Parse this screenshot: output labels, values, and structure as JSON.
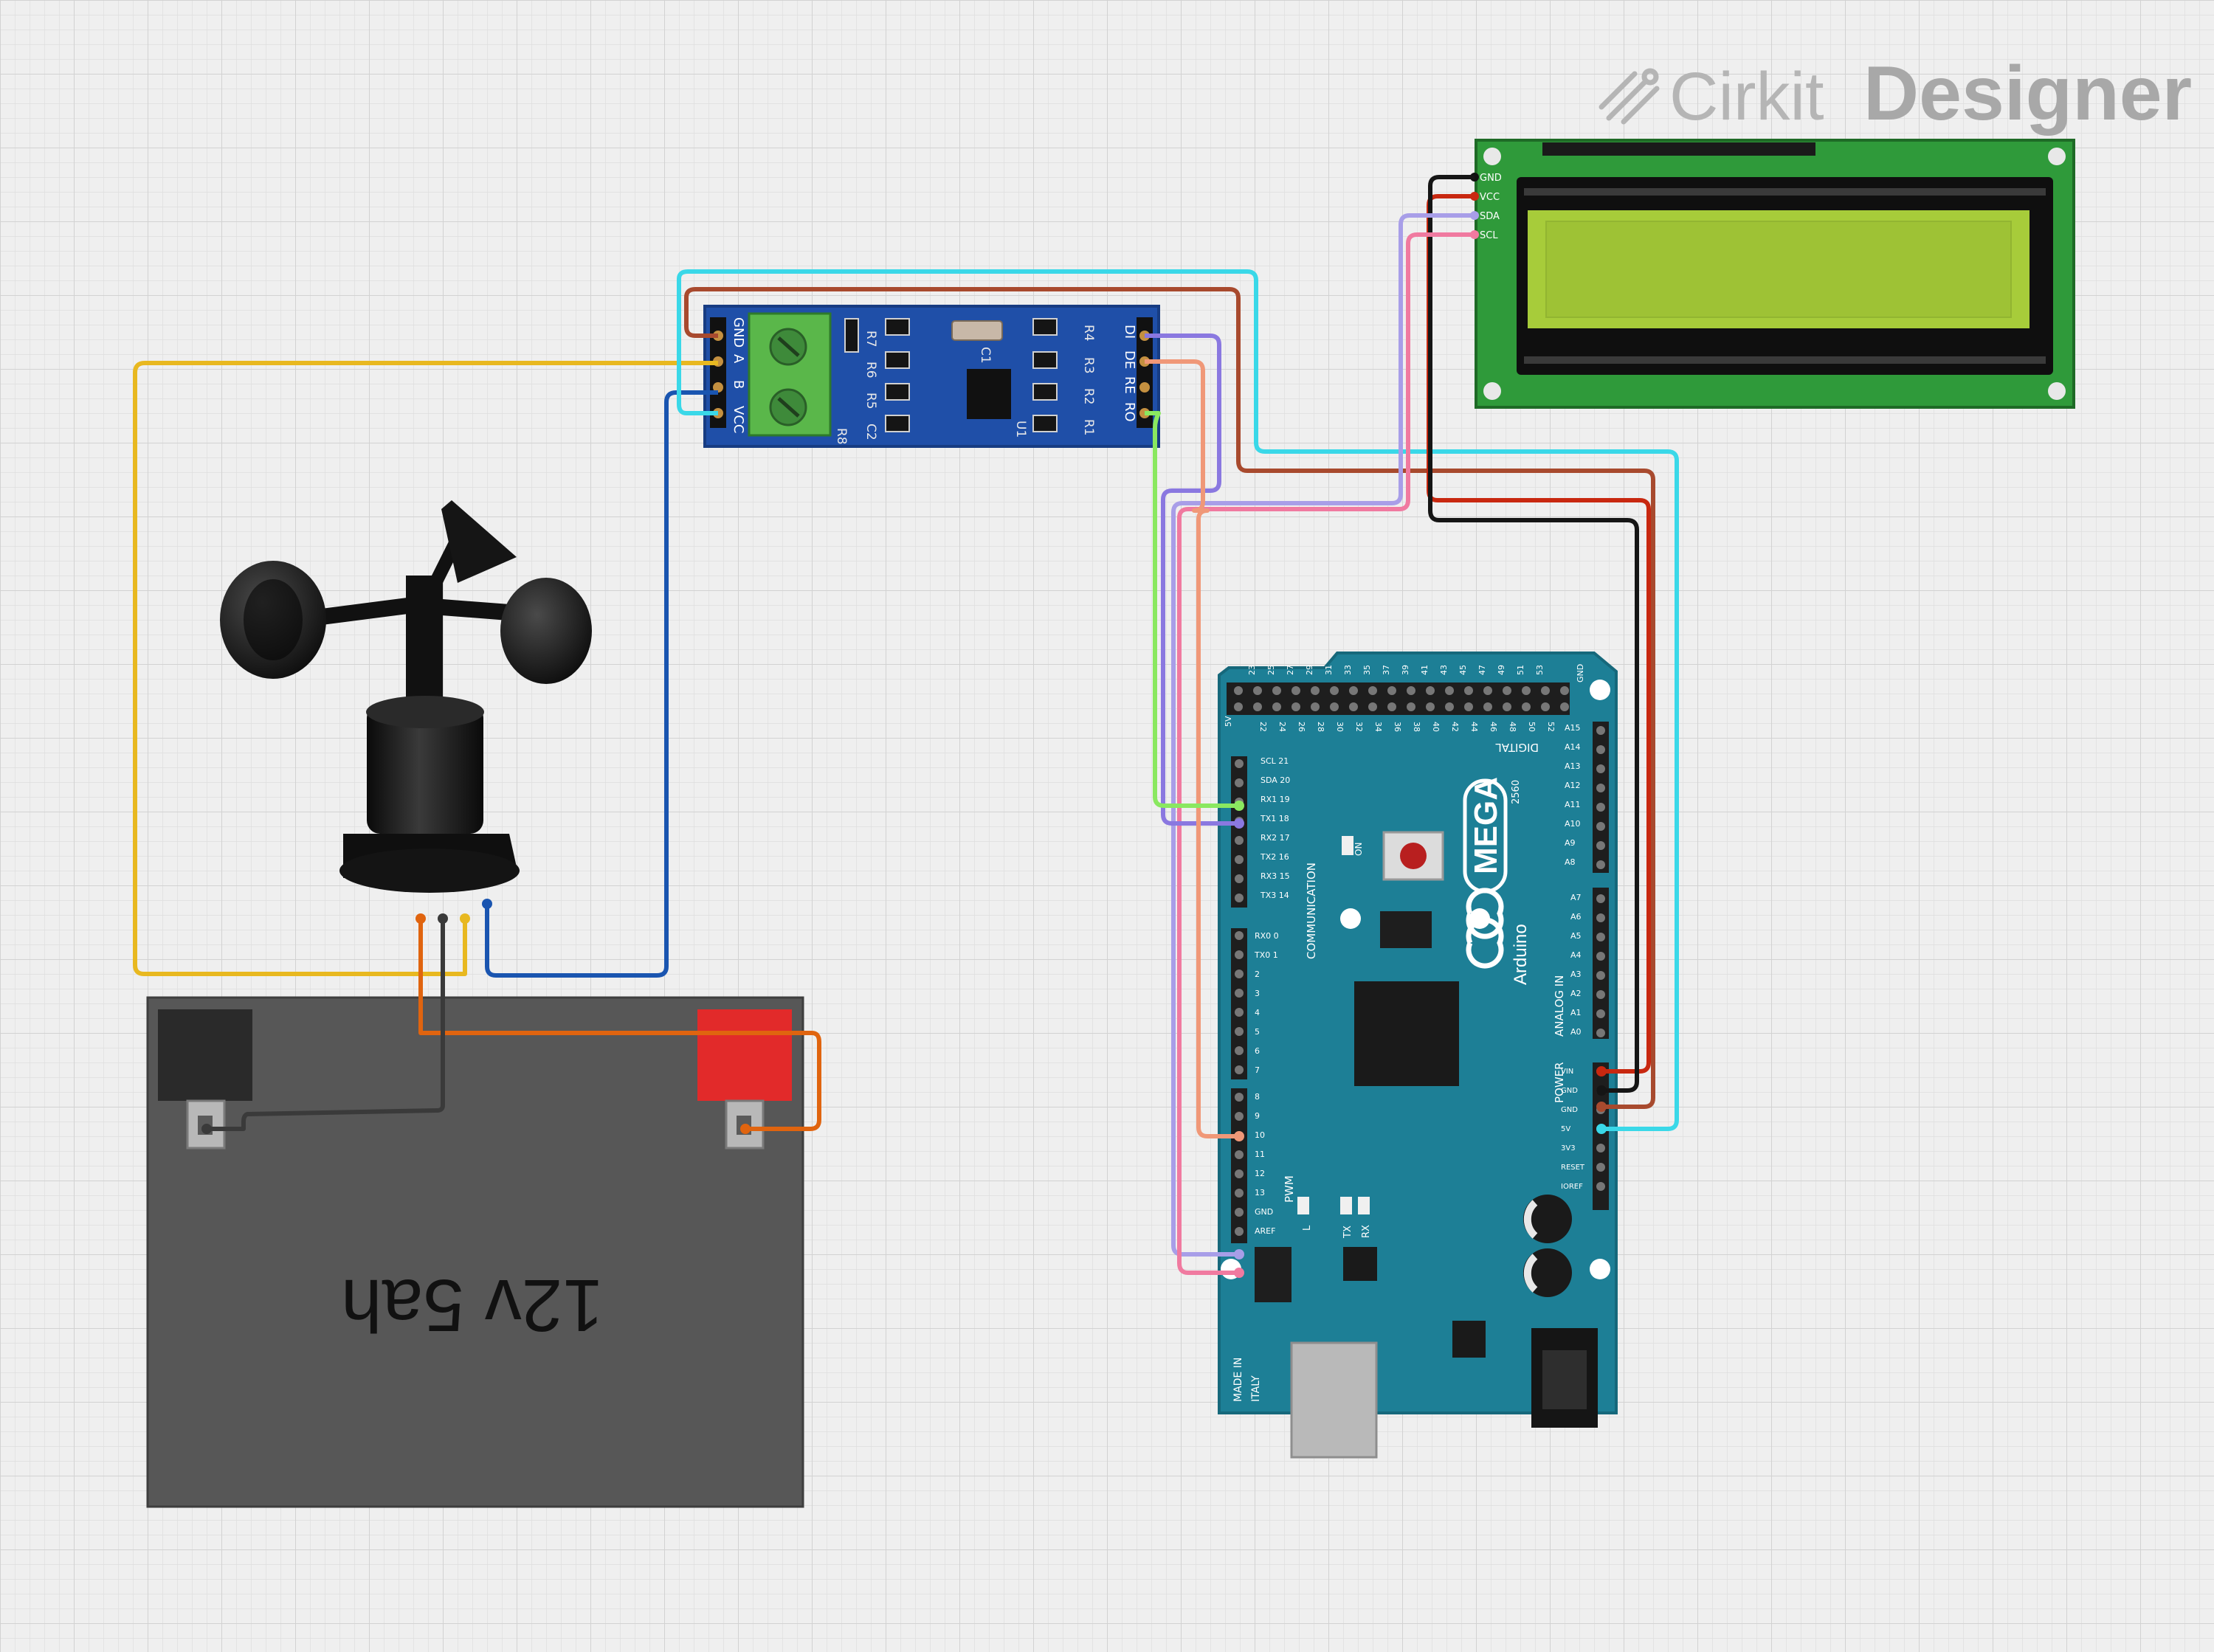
{
  "branding": {
    "brand_name": "Cirkit",
    "product_name": "Designer"
  },
  "battery": {
    "label": "12v 5ah",
    "terminal_negative_color": "#2a2a2a",
    "terminal_positive_color": "#e22a2a"
  },
  "rs485": {
    "left_pins": [
      "GND",
      "A",
      "B",
      "VCC"
    ],
    "right_pins": [
      "DI",
      "DE",
      "RE",
      "RO"
    ],
    "components": [
      "R7",
      "R6",
      "R5",
      "C2",
      "C1",
      "U1",
      "R4",
      "R3",
      "R2",
      "R1",
      "R8"
    ]
  },
  "lcd": {
    "pins": [
      "GND",
      "VCC",
      "SDA",
      "SCL"
    ],
    "screen_color": "#a7cc3a"
  },
  "arduino": {
    "brand": "Arduino",
    "model": "MEGA",
    "model_sub": "2560",
    "made_in_1": "MADE IN",
    "made_in_2": "ITALY",
    "section_communication": "COMMUNICATION",
    "section_power": "POWER",
    "section_analog": "ANALOG IN",
    "section_digital": "DIGITAL",
    "section_pwm": "PWM",
    "on_label": "ON",
    "l_label": "L",
    "tx_label": "TX",
    "rx_label": "RX",
    "comm_pins": [
      "SCL 21",
      "SDA 20",
      "RX1 19",
      "TX1 18",
      "RX2 17",
      "TX2 16",
      "RX3 15",
      "TX3 14"
    ],
    "pwm_pins_a": [
      "RX0 0",
      "TX0 1",
      "2",
      "3",
      "4",
      "5",
      "6",
      "7"
    ],
    "pwm_pins_b": [
      "8",
      "9",
      "10",
      "11",
      "12",
      "13",
      "GND",
      "AREF"
    ],
    "analog_high": [
      "A15",
      "A14",
      "A13",
      "A12",
      "A11",
      "A10",
      "A9",
      "A8"
    ],
    "analog_low": [
      "A7",
      "A6",
      "A5",
      "A4",
      "A3",
      "A2",
      "A1",
      "A0"
    ],
    "power_pins": [
      "VIN",
      "GND",
      "GND",
      "5V",
      "3V3",
      "RESET",
      "IOREF"
    ],
    "top_row_even": [
      "22",
      "24",
      "26",
      "28",
      "30",
      "32",
      "34",
      "36",
      "38",
      "40",
      "42",
      "44",
      "46",
      "48",
      "50",
      "52"
    ],
    "top_row_odd": [
      "23",
      "25",
      "27",
      "29",
      "31",
      "33",
      "35",
      "37",
      "39",
      "41",
      "43",
      "45",
      "47",
      "49",
      "51",
      "53"
    ],
    "five_v": "5V",
    "gnd_top": "GND"
  },
  "wire_colors": {
    "yellow": "#e8b820",
    "blue": "#1a55b0",
    "orange": "#e0640f",
    "dark": "#3a3a3a",
    "cyan": "#3ad8e8",
    "brown": "#a84a2e",
    "red": "#c82810",
    "black": "#151515",
    "lavender": "#a89ee8",
    "pink": "#f07aa0",
    "salmon": "#f09878",
    "green": "#8ae860",
    "purple": "#8a78e0"
  }
}
